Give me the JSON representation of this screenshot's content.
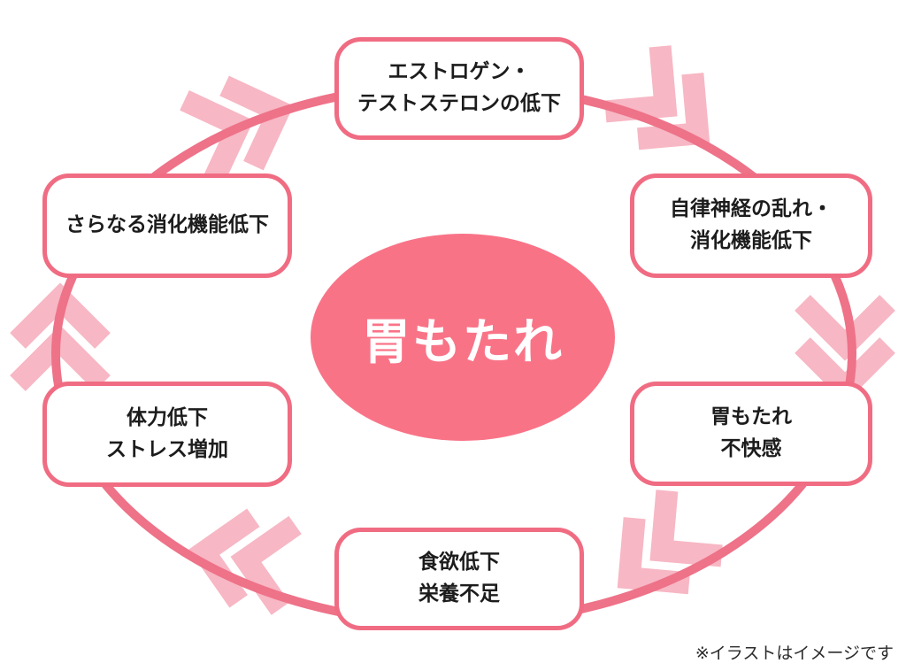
{
  "diagram": {
    "title_context": "vicious-cycle-diagram",
    "center": {
      "label": "胃もたれ"
    },
    "nodes": [
      {
        "id": "top",
        "lines": [
          "エストロゲン・",
          "テストステロンの低下"
        ]
      },
      {
        "id": "right-upper",
        "lines": [
          "自律神経の乱れ・",
          "消化機能低下"
        ]
      },
      {
        "id": "right-lower",
        "lines": [
          "胃もたれ",
          "不快感"
        ]
      },
      {
        "id": "bottom",
        "lines": [
          "食欲低下",
          "栄養不足"
        ]
      },
      {
        "id": "left-lower",
        "lines": [
          "体力低下",
          "ストレス増加"
        ]
      },
      {
        "id": "left-upper",
        "lines": [
          "さらなる消化機能低下"
        ]
      }
    ],
    "flow_direction": "clockwise",
    "caption": "※イラストはイメージです",
    "colors": {
      "ring": "#ee7288",
      "node_border": "#f06c82",
      "center_fill": "#f97387",
      "center_text": "#ffffff",
      "chevron": "#f7b7c4",
      "text": "#1c1c1c",
      "background": "#ffffff"
    }
  }
}
